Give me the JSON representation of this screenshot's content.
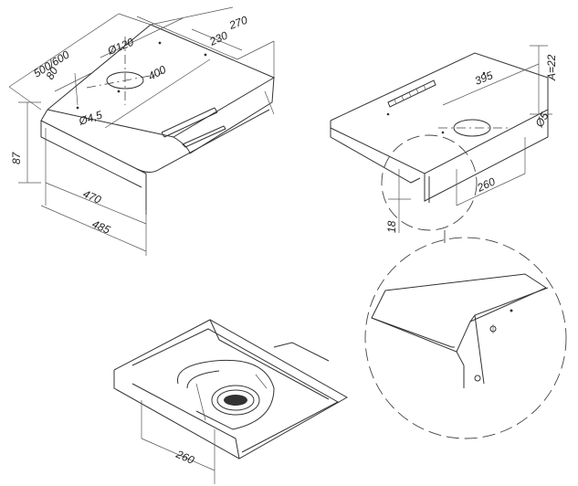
{
  "view_top_left": {
    "dims": {
      "width_500_600": "500/600",
      "depth_270": "270",
      "dia_120": "Ø120",
      "dist_230": "230",
      "dist_80": "80",
      "dist_400": "400",
      "dia_4_5": "Ø4,5",
      "height_87": "87",
      "width_470": "470",
      "width_485": "485"
    }
  },
  "view_top_right": {
    "dims": {
      "dist_395": "395",
      "a_22": "A=22",
      "dia_5": "Ø5",
      "dist_260": "260",
      "dist_18": "18"
    }
  },
  "view_bottom_left": {
    "dims": {
      "dist_260": "260"
    }
  }
}
